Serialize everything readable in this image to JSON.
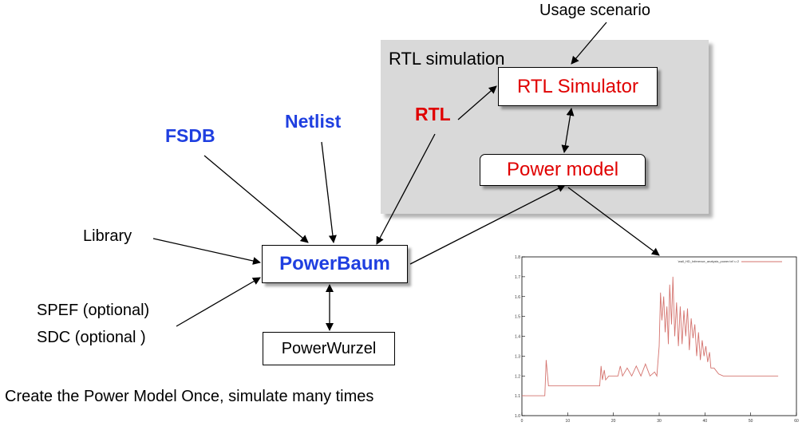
{
  "colors": {
    "blue": "#1f3fe0",
    "red": "#e00000",
    "region_fill": "#d9d9d9",
    "plot_line": "#d4736e"
  },
  "labels": {
    "usage_scenario": "Usage scenario",
    "rtl_simulation": "RTL  simulation",
    "rtl": "RTL",
    "fsdb": "FSDB",
    "netlist": "Netlist",
    "library": "Library",
    "spef": "SPEF (optional)",
    "sdc": "SDC (optional )",
    "caption": "Create the Power Model Once, simulate many times"
  },
  "boxes": {
    "rtl_simulator": "RTL Simulator",
    "power_model": "Power model",
    "powerbaum": "PowerBaum",
    "powerwurzel": "PowerWurzel"
  },
  "plot": {
    "legend": "'wall_HD_Inference_analysis_power.txt' u 2",
    "y_ticks": [
      "1.8",
      "1.7",
      "1.6",
      "1.5",
      "1.4",
      "1.3",
      "1.2",
      "1.1",
      "1.0"
    ],
    "x_ticks": [
      "0",
      "10",
      "20",
      "30",
      "40",
      "50",
      "60"
    ]
  },
  "chart_data": {
    "type": "line",
    "title": "",
    "xlabel": "",
    "ylabel": "",
    "xlim": [
      0,
      60
    ],
    "ylim": [
      1.0,
      1.8
    ],
    "grid": false,
    "legend_position": "top-right",
    "series": [
      {
        "name": "'wall_HD_Inference_analysis_power.txt' u 2",
        "x": [
          0,
          5,
          5.3,
          5.8,
          6.1,
          16,
          17,
          17.3,
          17.6,
          18,
          18.3,
          19,
          21,
          21.5,
          22,
          23,
          24,
          25,
          26,
          27,
          28,
          29,
          29.5,
          30,
          30.3,
          30.6,
          31,
          31.3,
          31.7,
          32,
          32.3,
          32.7,
          33,
          33.4,
          33.8,
          34.2,
          34.6,
          35,
          35.4,
          35.8,
          36.2,
          36.6,
          37,
          37.4,
          37.8,
          38.2,
          38.6,
          39,
          39.4,
          39.8,
          40.2,
          40.6,
          41,
          41.3,
          42,
          43,
          44,
          50,
          56
        ],
        "y": [
          1.1,
          1.1,
          1.28,
          1.15,
          1.15,
          1.15,
          1.15,
          1.25,
          1.18,
          1.23,
          1.18,
          1.2,
          1.2,
          1.25,
          1.2,
          1.24,
          1.2,
          1.25,
          1.2,
          1.26,
          1.2,
          1.22,
          1.2,
          1.35,
          1.62,
          1.48,
          1.6,
          1.42,
          1.55,
          1.36,
          1.66,
          1.46,
          1.7,
          1.4,
          1.57,
          1.35,
          1.55,
          1.36,
          1.53,
          1.4,
          1.54,
          1.33,
          1.49,
          1.39,
          1.46,
          1.3,
          1.42,
          1.28,
          1.38,
          1.3,
          1.35,
          1.27,
          1.32,
          1.24,
          1.24,
          1.21,
          1.2,
          1.2,
          1.2
        ]
      }
    ]
  }
}
